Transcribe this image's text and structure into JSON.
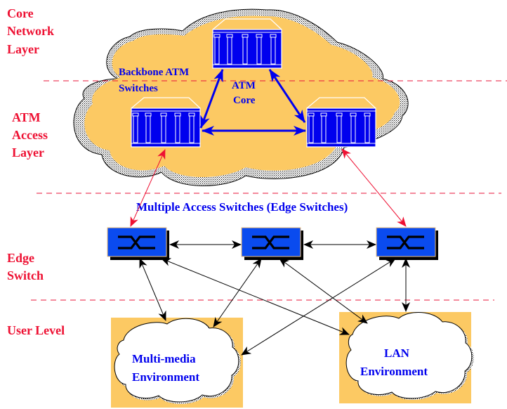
{
  "layers": {
    "core_network": [
      "Core",
      "Network",
      "Layer"
    ],
    "atm_access": [
      "ATM",
      "Access",
      "Layer"
    ],
    "edge_switch": [
      "Edge",
      "Switch"
    ],
    "user_level": "User Level"
  },
  "core_cloud": {
    "backbone_label": [
      "Backbone ATM",
      "Switches"
    ],
    "core_label": [
      "ATM",
      "Core"
    ]
  },
  "edge_switches_title": "Multiple Access Switches (Edge Switches)",
  "environments": {
    "multimedia": [
      "Multi-media",
      "Environment"
    ],
    "lan": [
      "LAN",
      "Environment"
    ]
  },
  "colors": {
    "layer_text": "#ee1133",
    "label_text": "#0000ee",
    "cloud_fill": "#fcc963",
    "atm_switch": "#0000ee",
    "edge_switch": "#0a4bef",
    "divider": "#e8153a"
  }
}
